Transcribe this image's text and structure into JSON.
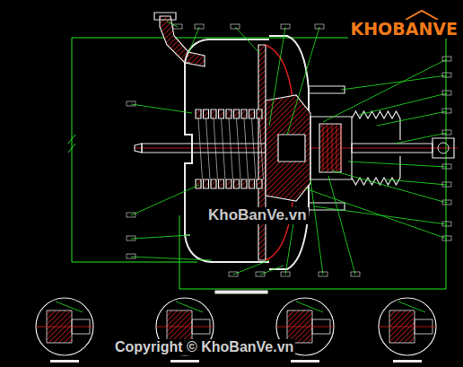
{
  "diagram": {
    "labels": [
      "KHOBANVE",
      "KhoBanVe.vn",
      "Copyright © KhoBanVe.vn"
    ]
  }
}
